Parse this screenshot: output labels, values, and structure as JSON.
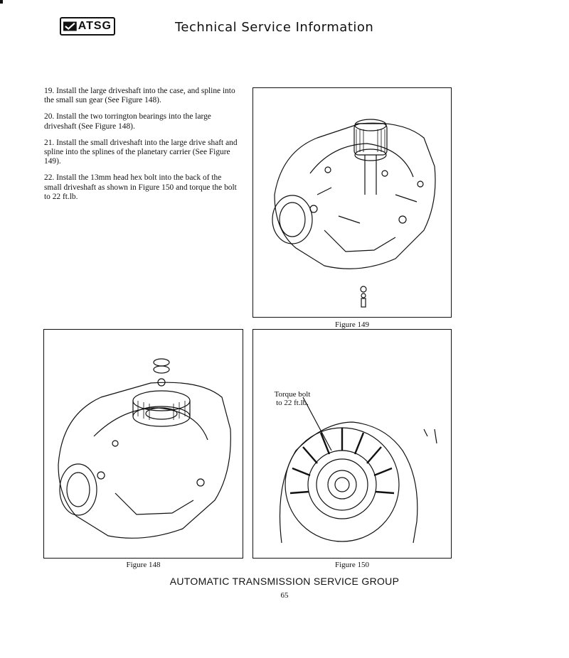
{
  "header": {
    "logo_text": "ATSG",
    "title": "Technical Service Information"
  },
  "steps": [
    "19. Install the large driveshaft into the case, and spline into the small sun gear (See Figure 148).",
    "20. Install the two torrington bearings into the large driveshaft (See Figure 148).",
    "21. Install the small driveshaft into the large drive shaft and spline into the splines of the planetary carrier (See Figure 149).",
    "22. Install the 13mm head hex bolt into the back of the small driveshaft as shown in Figure 150 and torque the bolt to 22 ft.lb."
  ],
  "figures": {
    "fig149": {
      "caption": "Figure 149"
    },
    "fig148": {
      "caption": "Figure 148"
    },
    "fig150": {
      "caption": "Figure 150",
      "callout_line1": "Torque bolt",
      "callout_line2": "to 22 ft.lb."
    }
  },
  "footer": {
    "org": "AUTOMATIC TRANSMISSION SERVICE GROUP",
    "page": "65"
  }
}
